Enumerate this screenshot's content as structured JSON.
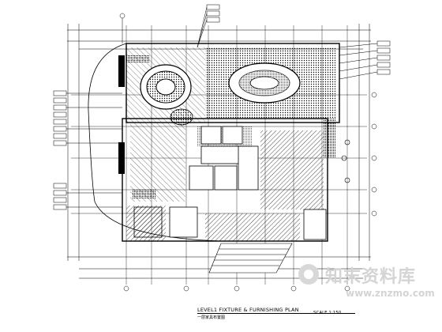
{
  "drawing": {
    "title": "LEVEL1 FIXTURE & FURNISHING PLAN",
    "subtitle": "一层家具布置图",
    "scale": "SCALE    1:150"
  },
  "watermark": {
    "name": "知末资料库",
    "url": "www.znzmo.com"
  }
}
